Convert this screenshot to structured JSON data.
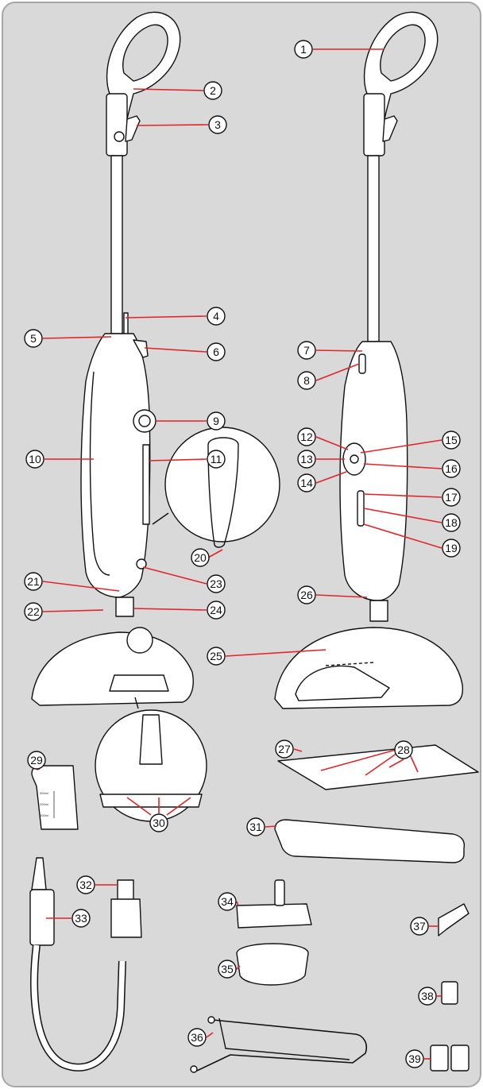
{
  "diagram": {
    "colors": {
      "panel_fill": "#d9d9d9",
      "panel_border": "#a6a6a6",
      "leader": "#e0262a",
      "outline": "#111111",
      "body_fill": "#ffffff"
    },
    "callouts": [
      "1",
      "2",
      "3",
      "4",
      "5",
      "6",
      "7",
      "8",
      "9",
      "10",
      "11",
      "12",
      "13",
      "14",
      "15",
      "16",
      "17",
      "18",
      "19",
      "20",
      "21",
      "22",
      "23",
      "24",
      "25",
      "26",
      "27",
      "28",
      "29",
      "30",
      "31",
      "32",
      "33",
      "34",
      "35",
      "36",
      "37",
      "38",
      "39"
    ],
    "jug_marks": [
      "300ml",
      "200ml",
      "100ml"
    ]
  }
}
